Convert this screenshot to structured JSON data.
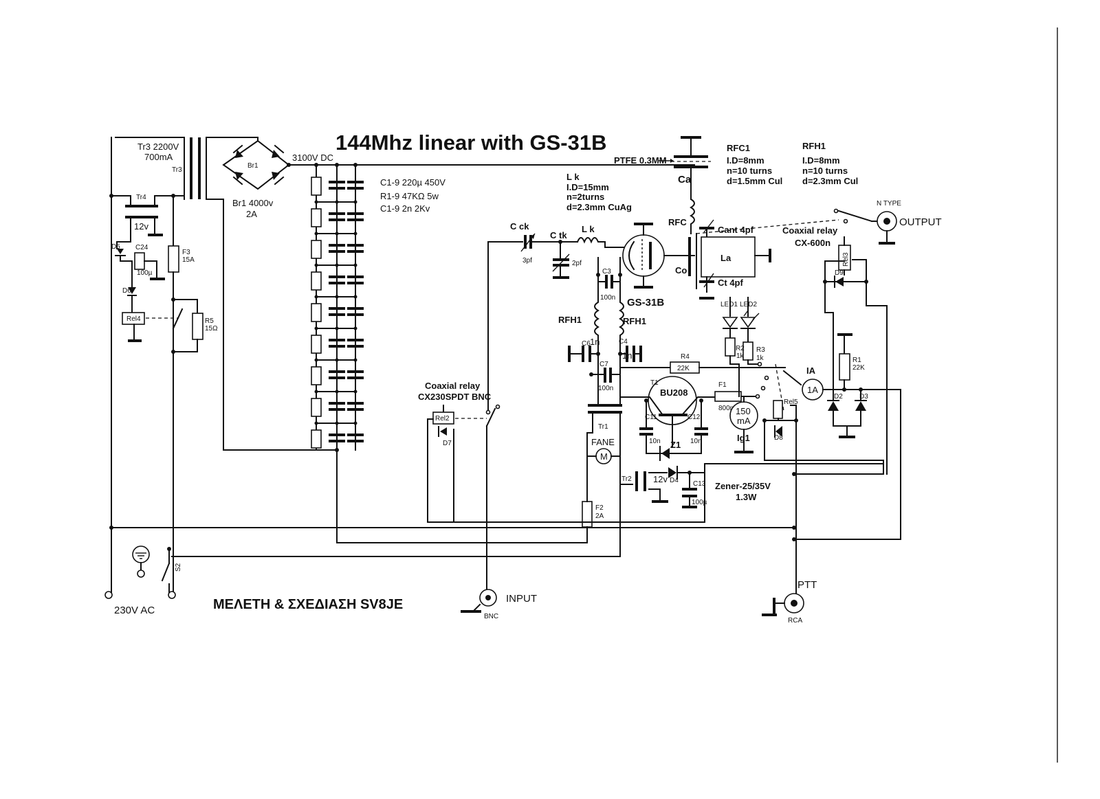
{
  "title": "144Mhz linear with GS-31B",
  "credit": "ΜΕΛΕΤΗ & ΣΧΕΔΙΑΣΗ  SV8JE",
  "power": {
    "tr3": "Tr3 2200V",
    "tr3_current": "700mA",
    "tr3_tag": "Tr3",
    "tr4": "Tr4",
    "v12": "12v",
    "br1": "Br1",
    "br1_rating": "Br1 4000v",
    "br1_current": "2A",
    "hv": "3100V DC",
    "d5": "D5",
    "c24": "C24",
    "c24_val": "100µ",
    "d6": "D6",
    "rel4": "Rel4",
    "f3": "F3",
    "f3_val": "15A",
    "r5": "R5",
    "r5_val": "15Ω",
    "s2": "S2",
    "ac": "230V AC"
  },
  "hv_bank": {
    "line1": "C1-9 220µ 450V",
    "line2": "R1-9 47KΩ 5w",
    "line3": "C1-9 2n 2Kv"
  },
  "input": {
    "relay_title": "Coaxial relay",
    "relay_model": "CX230SPDT BNC",
    "rel2": "Rel2",
    "d7": "D7",
    "label": "INPUT",
    "connector": "BNC"
  },
  "tuning": {
    "cck": "C ck",
    "cck_val": "3pf",
    "ctk": "C tk",
    "ctk_val": "2pf",
    "lk": "L k",
    "lk_spec_title": "L k",
    "lk_spec1": "I.D=15mm",
    "lk_spec2": "n=2turns",
    "lk_spec3": "d=2.3mm CuAg"
  },
  "tube": {
    "name": "GS-31B",
    "ptfe": "PTFE 0.3MM",
    "ca": "Ca",
    "rfc": "RFC",
    "cant": "Cant 4pf",
    "la": "La",
    "co": "Co",
    "ct": "Ct 4pf"
  },
  "coils": {
    "rfc1": "RFC1",
    "rfc1_1": "I.D=8mm",
    "rfc1_2": "n=10 turns",
    "rfc1_3": "d=1.5mm Cul",
    "rfh1": "RFH1",
    "rfh1_1": "I.D=8mm",
    "rfh1_2": "n=10 turns",
    "rfh1_3": "d=2.3mm Cul"
  },
  "output": {
    "ntype": "N TYPE",
    "label": "OUTPUT",
    "relay_title": "Coaxial relay",
    "relay_model": "CX-600n",
    "rel3": "Rel3",
    "d9": "D9"
  },
  "filament": {
    "c3": "C3",
    "c3_val": "100n",
    "rfh1_left": "RFH1",
    "rfh1_right": "RFH1",
    "c6": "C6",
    "c6_val": "1n",
    "c4": "C4",
    "c4_val": "1n",
    "c7": "C7",
    "c7_val": "100n",
    "tr1": "Tr1",
    "fan": "FANE",
    "motor": "M",
    "f2": "F2",
    "f2_val": "2A",
    "tr2": "Tr2",
    "v12": "12v"
  },
  "bias": {
    "r4": "R4",
    "r4_val": "22K",
    "t1": "T1",
    "transistor": "BU208",
    "f1": "F1",
    "f1_val": "800mA",
    "c11": "C11",
    "c11_val": "10n",
    "c12": "C12",
    "c12_val": "10n",
    "z1": "Z1",
    "d4": "D4",
    "c13": "C13",
    "c13_val": "100µ",
    "zener1": "Zener-25/35V",
    "zener2": "1.3W",
    "meter": "150",
    "meter_unit": "mA",
    "ig1": "Ig1"
  },
  "meters": {
    "led1": "LED1",
    "led2": "LED2",
    "r2": "R2",
    "r2_val": "1k",
    "r3": "R3",
    "r3_val": "1k",
    "ia": "IA",
    "amp": "1A",
    "rel5": "Rel5",
    "d8": "D8",
    "r1": "R1",
    "r1_val": "22K",
    "d2": "D2",
    "d3": "D3"
  },
  "ptt": {
    "label": "PTT",
    "connector": "RCA"
  }
}
